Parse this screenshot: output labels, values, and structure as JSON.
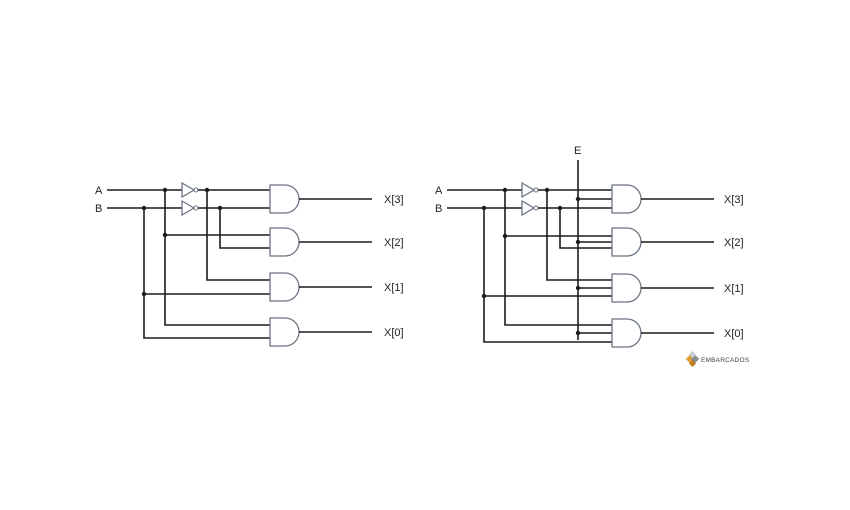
{
  "left_circuit": {
    "inputs": [
      "A",
      "B"
    ],
    "outputs": [
      "X[3]",
      "X[2]",
      "X[1]",
      "X[0]"
    ]
  },
  "right_circuit": {
    "inputs": [
      "A",
      "B"
    ],
    "enable": "E",
    "outputs": [
      "X[3]",
      "X[2]",
      "X[1]",
      "X[0]"
    ]
  },
  "logo": {
    "text": "EMBARCADOS",
    "colors": [
      "#e0a030",
      "#8a8f96"
    ]
  }
}
